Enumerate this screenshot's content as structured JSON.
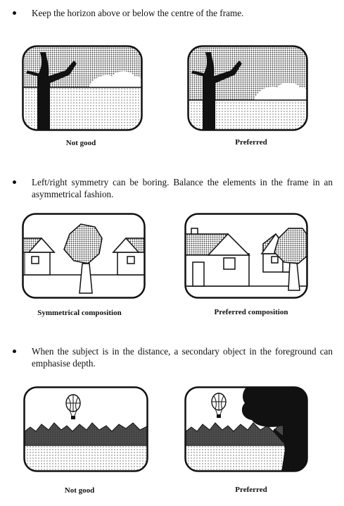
{
  "sections": [
    {
      "tip": "Keep the horizon above or below the centre of the frame.",
      "left_caption": "Not good",
      "right_caption": "Preferred"
    },
    {
      "tip": "Left/right symmetry can be boring. Balance the elements in the frame in an asymmetrical fashion.",
      "left_caption": "Symmetrical composition",
      "right_caption": "Preferred composition"
    },
    {
      "tip": "When the subject is in the distance, a secondary object in the foreground can emphasise depth.",
      "left_caption": "Not good",
      "right_caption": "Preferred"
    }
  ]
}
